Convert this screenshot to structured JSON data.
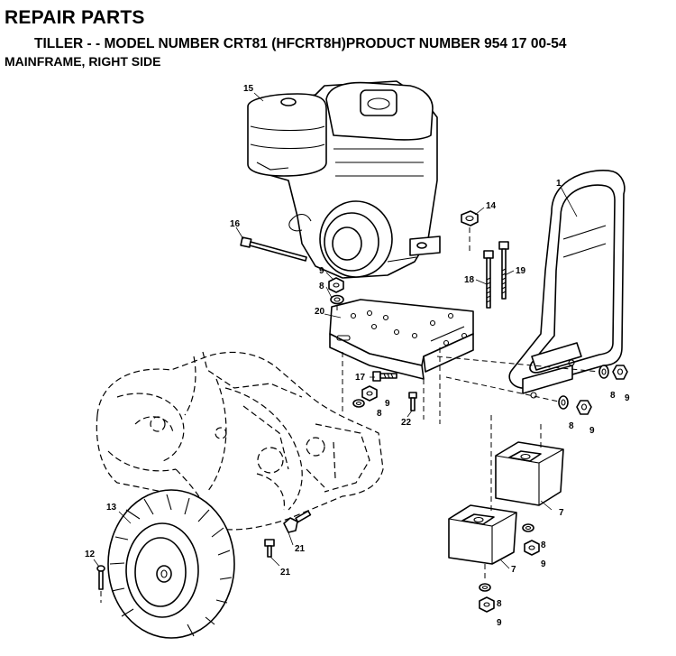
{
  "header": {
    "title": "REPAIR PARTS",
    "subtitle": "TILLER - - MODEL NUMBER CRT81 (HFCRT8H)PRODUCT NUMBER 954 17 00-54",
    "section": "MAINFRAME, RIGHT SIDE"
  },
  "callouts": {
    "c1": "1",
    "c7a": "7",
    "c7b": "7",
    "c8a": "8",
    "c8b": "8",
    "c8c": "8",
    "c8d": "8",
    "c8e": "8",
    "c8f": "8",
    "c9a": "9",
    "c9b": "9",
    "c9c": "9",
    "c9d": "9",
    "c9e": "9",
    "c9f": "9",
    "c12": "12",
    "c13": "13",
    "c14": "14",
    "c15": "15",
    "c16": "16",
    "c17": "17",
    "c18": "18",
    "c19": "19",
    "c20": "20",
    "c21a": "21",
    "c21b": "21",
    "c22": "22"
  }
}
